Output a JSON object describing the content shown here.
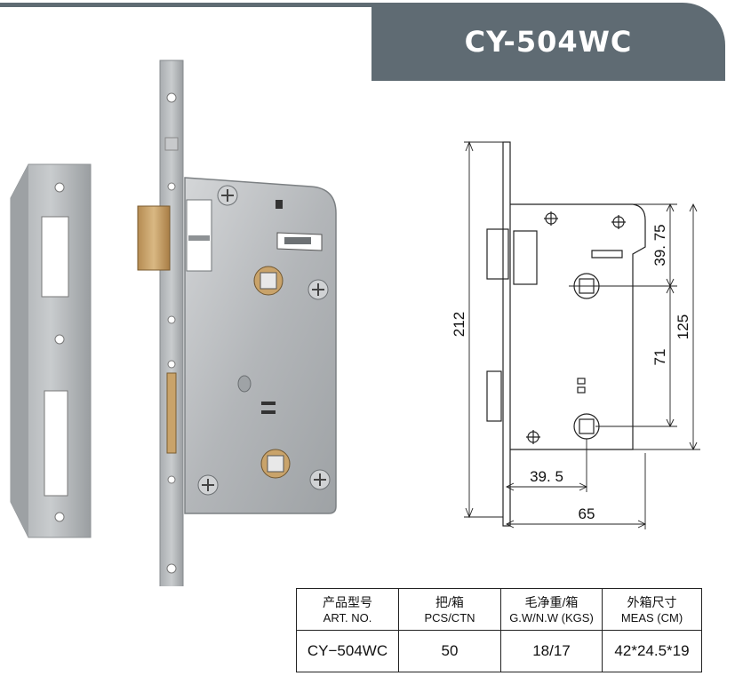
{
  "title": "CY-504WC",
  "dimensions": {
    "overall_height": "212",
    "top_offset": "39. 75",
    "center_distance": "71",
    "case_height": "125",
    "backset": "39. 5",
    "case_depth": "65"
  },
  "table": {
    "headers": [
      {
        "zh": "产品型号",
        "en": "ART. NO."
      },
      {
        "zh": "把/箱",
        "en": "PCS/CTN"
      },
      {
        "zh": "毛净重/箱",
        "en": "G.W/N.W (KGS)"
      },
      {
        "zh": "外箱尺寸",
        "en": "MEAS (CM)"
      }
    ],
    "row": [
      "CY−504WC",
      "50",
      "18/17",
      "42*24.5*19"
    ]
  },
  "colors": {
    "banner": "#5f6b73",
    "steel": "#b9bcbe",
    "brass": "#c9a36a"
  }
}
